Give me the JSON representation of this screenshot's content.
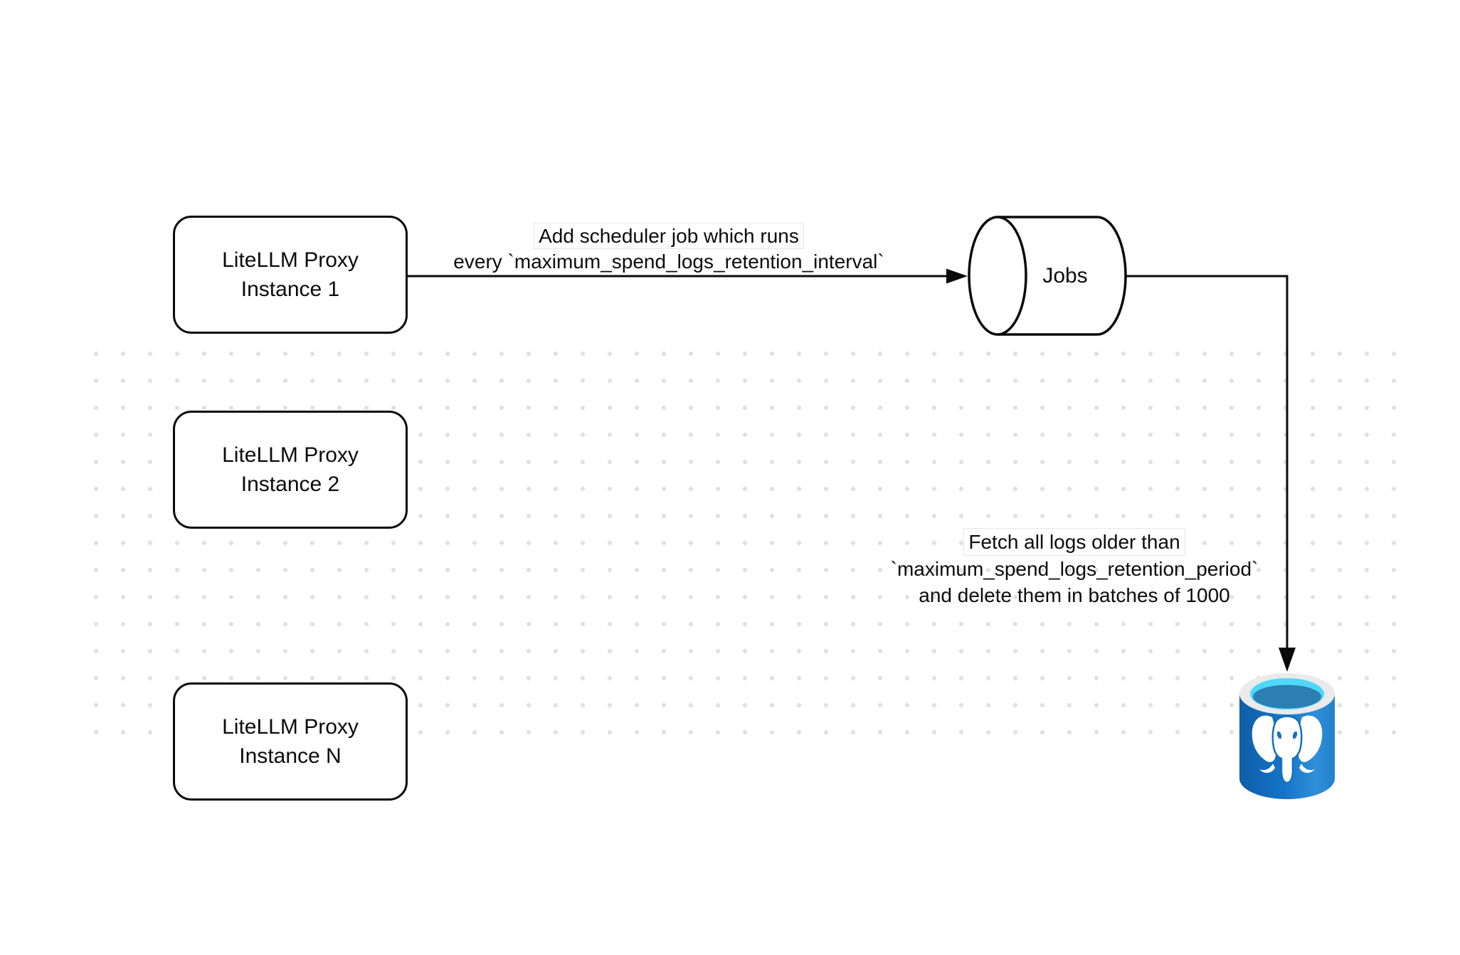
{
  "diagram": {
    "nodes": {
      "proxy1": {
        "lines": [
          "LiteLLM Proxy",
          "Instance 1"
        ]
      },
      "proxy2": {
        "lines": [
          "LiteLLM Proxy",
          "Instance 2"
        ]
      },
      "proxyN": {
        "lines": [
          "LiteLLM Proxy",
          "Instance N"
        ]
      },
      "jobs": {
        "label": "Jobs"
      },
      "postgres": {
        "icon": "postgresql-database"
      }
    },
    "edges": {
      "scheduler": {
        "lines": [
          "Add scheduler job which runs",
          "every `maximum_spend_logs_retention_interval`"
        ]
      },
      "cleanup": {
        "lines": [
          "Fetch all logs older than",
          "`maximum_spend_logs_retention_period`",
          "and delete them in batches of 1000"
        ]
      }
    },
    "colors": {
      "stroke": "#0a0a0a",
      "dot": "#e0e0e0",
      "node_fill": "#ffffff",
      "pg_body_dark": "#0e5ea7",
      "pg_body_mid": "#1573c6",
      "pg_body_light": "#2f8fd9",
      "pg_body_edge": "#2180cd",
      "pg_rim": "#eaeaea",
      "pg_cyan": "#4fd8f7",
      "pg_inner": "#2b7fb2",
      "pg_detail": "#1470c0"
    }
  }
}
